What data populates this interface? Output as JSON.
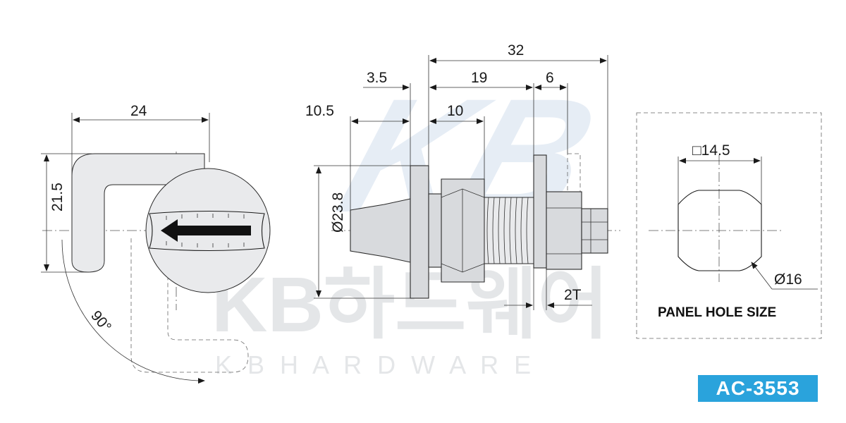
{
  "watermark": {
    "logo_letters": "KB",
    "brand_korean": "KB하드웨어",
    "brand_english": "K B   H A R D W A R E"
  },
  "front_view": {
    "width_dim": "24",
    "height_dim": "21.5",
    "rotation_angle": "90°",
    "arrow_icon": "left-arrow-icon"
  },
  "side_view": {
    "total_length": "32",
    "flange_offset": "3.5",
    "thread_length": "19",
    "end_length": "6",
    "nose_length": "10.5",
    "nut_length": "10",
    "diameter": "Ø23.8",
    "panel_thickness": "2T"
  },
  "panel_hole": {
    "square_size": "□14.5",
    "circle_diameter": "Ø16",
    "label": "PANEL HOLE SIZE"
  },
  "model_code": "AC-3553",
  "colors": {
    "badge": "#2aa3dc",
    "watermark": "#cfd2d6",
    "part_fill": "#d8dadd"
  }
}
